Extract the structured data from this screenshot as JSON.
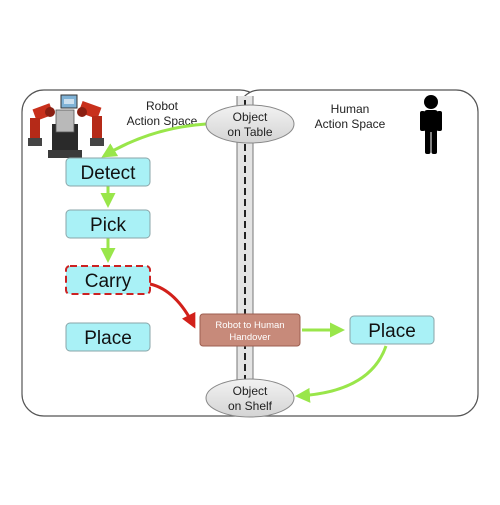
{
  "robot_space": {
    "label_line1": "Robot",
    "label_line2": "Action Space"
  },
  "human_space": {
    "label_line1": "Human",
    "label_line2": "Action Space"
  },
  "nodes": {
    "object_on_table": {
      "line1": "Object",
      "line2": "on Table"
    },
    "object_on_shelf": {
      "line1": "Object",
      "line2": "on Shelf"
    },
    "detect": "Detect",
    "pick": "Pick",
    "carry": "Carry",
    "place_robot": "Place",
    "handover": {
      "line1": "Robot to Human",
      "line2": "Handover"
    },
    "place_human": "Place"
  },
  "colors": {
    "step_fill": "#a9f1f6",
    "step_stroke": "#8aa5a8",
    "carry_stroke": "#cc2222",
    "handover_fill": "#c78a7a",
    "handover_stroke": "#9e5f50",
    "ellipse_fill": "#e2e2e2",
    "green_arrow": "#99e64a",
    "red_arrow": "#d2201a",
    "region_stroke": "#555555"
  },
  "icons": {
    "robot": "robot-image",
    "human": "human-silhouette-icon"
  }
}
